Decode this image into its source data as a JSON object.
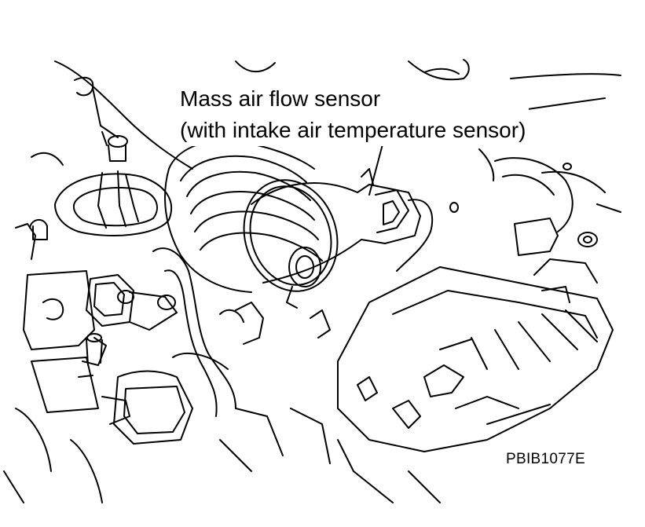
{
  "diagram": {
    "callout_line1": "Mass air flow sensor",
    "callout_line2": "(with intake air temperature sensor)",
    "figure_code": "PBIB1077E",
    "colors": {
      "line": "#000000",
      "background": "#ffffff"
    }
  }
}
